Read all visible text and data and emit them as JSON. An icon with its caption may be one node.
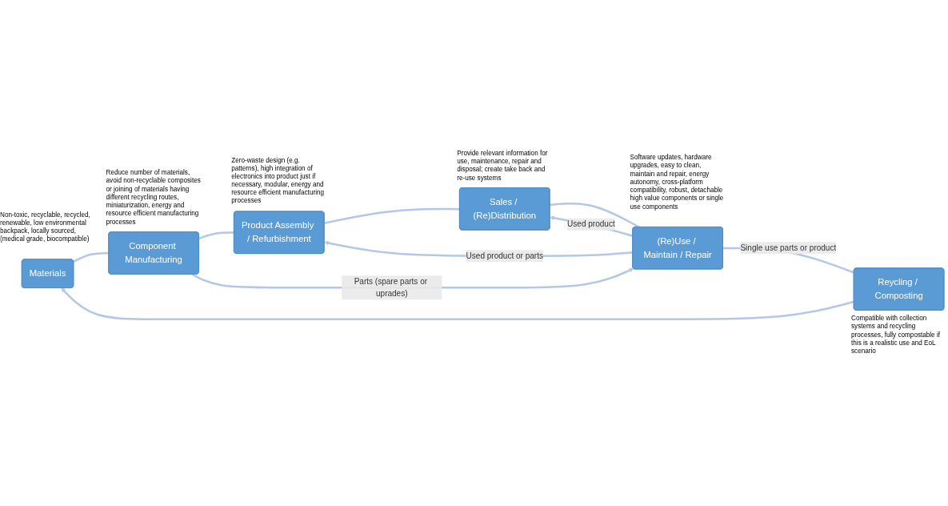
{
  "diagram": {
    "nodes": [
      {
        "text": [
          "Materials"
        ],
        "beside": [
          "Non-toxic, recyclable, recycled, renewable, low environmental backpack, locally sourced, (medical grade, biocompatible)"
        ]
      },
      {
        "text": [
          "Component Manufacturing"
        ],
        "beside": [
          "Reduce number of materials, avoid non-recyclable composites or joining of materials having different recycling routes, miniaturization, energy and resource efficient manufacturing processes"
        ]
      },
      {
        "text": [
          "Product Assembly / Refurbishment"
        ],
        "beside": [
          "Zero-waste design (e.g. patterns), high integration of electronics into product just if necessary, modular, energy and resource efficient manufacturing processes"
        ]
      },
      {
        "text": [
          "Sales / (Re)Distribution"
        ],
        "beside": [
          "Provide relevant information for use, maintenance, repair and disposal; create take back and re-use systems"
        ]
      },
      {
        "text": [
          "(Re)Use / Maintain / Repair"
        ],
        "beside": [
          "Software updates, hardware upgrades, easy to clean, maintain and repair, energy autonomy, cross-platform compatibility, robust, detachable high value components or single use components"
        ]
      },
      {
        "text": [
          "Reycling / Composting"
        ],
        "beside": [
          "Compatible with collection systems and recycling processes, fully compostable if this is a realistic use and EoL scenario"
        ]
      }
    ],
    "edges": [
      {
        "from": 0,
        "to": 1,
        "arrow": "none"
      },
      {
        "from": 1,
        "to": 2,
        "arrow": "none"
      },
      {
        "from": 2,
        "to": 3,
        "arrow": "none"
      },
      {
        "from": 3,
        "to": 4,
        "arrow": "none"
      },
      {
        "from": 4,
        "to": 5,
        "arrow": "none",
        "label": "Single use parts or product"
      },
      {
        "from": 5,
        "to": 0,
        "arrow": "to"
      },
      {
        "from": 1,
        "to": 4,
        "arrow": "to",
        "label": "Parts (spare parts or uprades)"
      },
      {
        "from": 4,
        "to": 2,
        "arrow": "to",
        "label": "Used product or parts"
      },
      {
        "from": 4,
        "to": 3,
        "arrow": "to",
        "label": "Used product"
      }
    ]
  }
}
